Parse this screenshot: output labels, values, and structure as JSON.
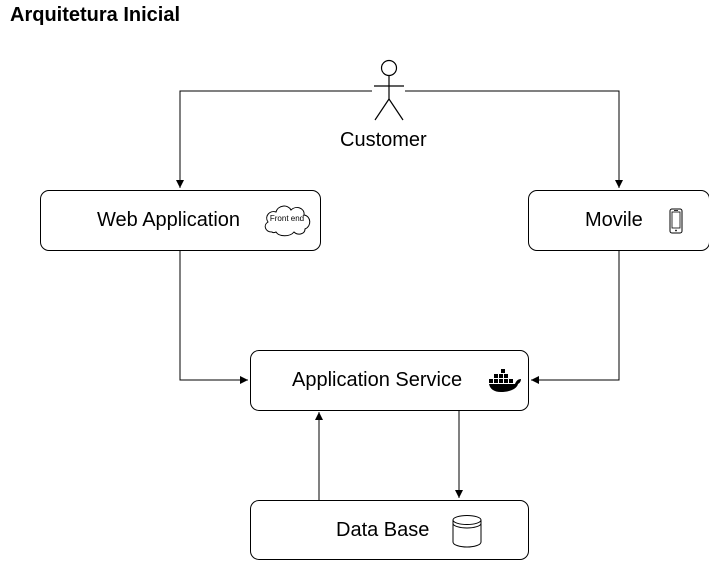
{
  "diagram": {
    "title": "Arquitetura Inicial",
    "actor": {
      "label": "Customer"
    },
    "nodes": {
      "web_application": {
        "label": "Web Application",
        "badge": "Front end"
      },
      "mobile": {
        "label": "Movile"
      },
      "application_service": {
        "label": "Application Service"
      },
      "database": {
        "label": "Data Base"
      }
    },
    "icons": {
      "actor": "stick-figure-icon",
      "web_application": "cloud-icon",
      "mobile": "smartphone-icon",
      "application_service": "docker-whale-icon",
      "database": "database-cylinder-icon"
    }
  }
}
